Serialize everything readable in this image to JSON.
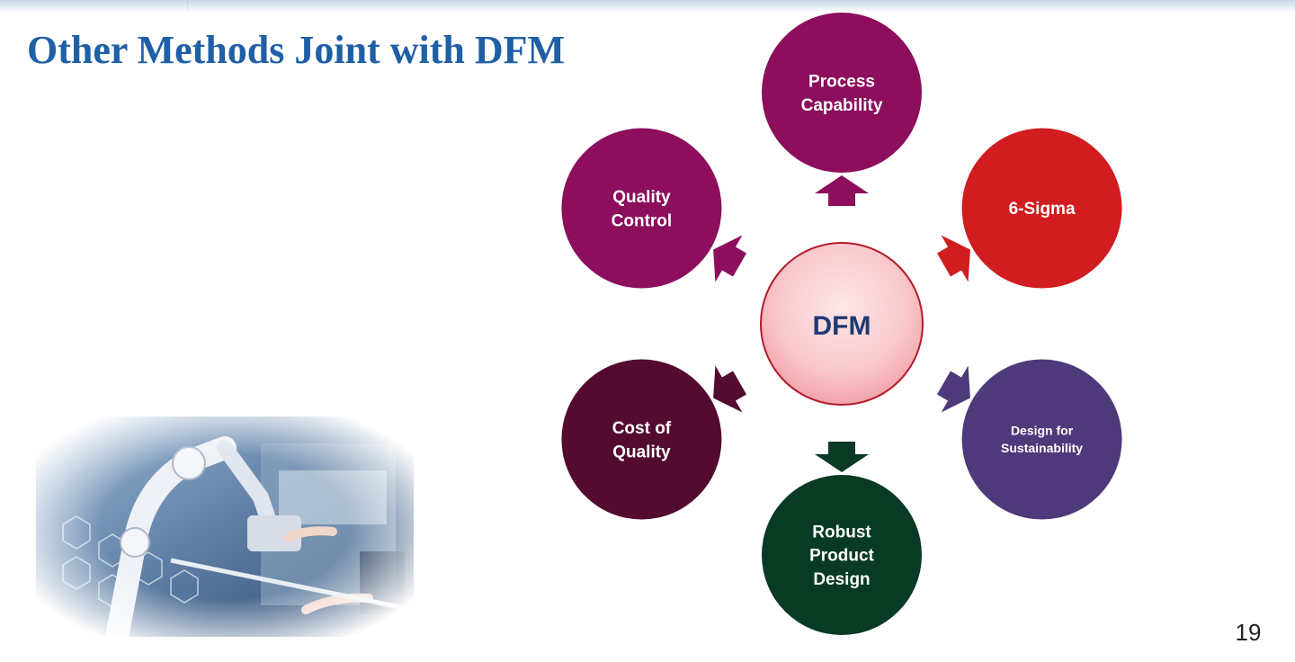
{
  "slide": {
    "title": "Other Methods Joint with DFM",
    "page_number": "19"
  },
  "diagram": {
    "center": {
      "label": "DFM",
      "fill": "#f9c9cd",
      "stroke": "#b21c2a",
      "text_color": "#1f3a73"
    },
    "nodes": [
      {
        "id": "process-capability",
        "lines": [
          "Process",
          "Capability"
        ],
        "fill": "#8c0e5d"
      },
      {
        "id": "6-sigma",
        "lines": [
          "6-Sigma"
        ],
        "fill": "#d11c20"
      },
      {
        "id": "design-for-sustainability",
        "lines": [
          "Design for",
          "Sustainability"
        ],
        "fill": "#4e3a7a"
      },
      {
        "id": "robust-product-design",
        "lines": [
          "Robust",
          "Product",
          "Design"
        ],
        "fill": "#083a24"
      },
      {
        "id": "cost-of-quality",
        "lines": [
          "Cost of",
          "Quality"
        ],
        "fill": "#530b2f"
      },
      {
        "id": "quality-control",
        "lines": [
          "Quality",
          "Control"
        ],
        "fill": "#8c0e5d"
      }
    ]
  },
  "image": {
    "icon": "robot-arm-automation-photo"
  }
}
